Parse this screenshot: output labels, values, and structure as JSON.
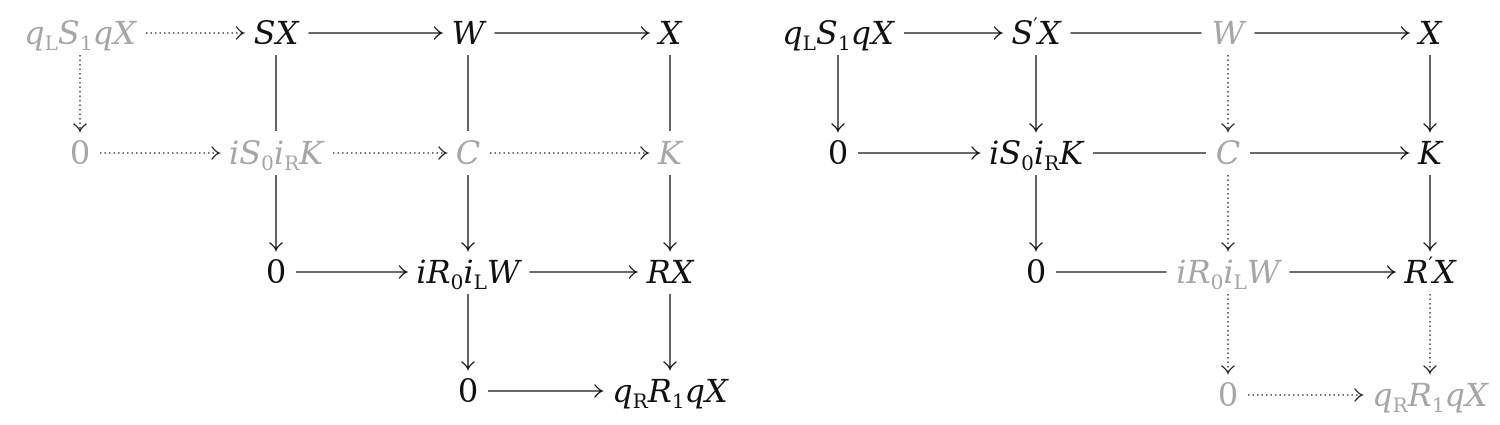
{
  "colors": {
    "black": "#111111",
    "grey": "#a6a6a6"
  },
  "diagrams": [
    {
      "id": "left",
      "nodes": [
        {
          "id": "L_qLS1qX",
          "tokens": [
            [
              "i",
              "q"
            ],
            [
              "sub",
              "L"
            ],
            [
              "i",
              "S"
            ],
            [
              "sub",
              "1"
            ],
            [
              "i",
              "q"
            ],
            [
              "i",
              "X"
            ]
          ],
          "style": "grey"
        },
        {
          "id": "L_SX",
          "tokens": [
            [
              "i",
              "S"
            ],
            [
              "i",
              "X"
            ]
          ],
          "style": "black"
        },
        {
          "id": "L_W",
          "tokens": [
            [
              "i",
              "W"
            ]
          ],
          "style": "black"
        },
        {
          "id": "L_X",
          "tokens": [
            [
              "i",
              "X"
            ]
          ],
          "style": "black"
        },
        {
          "id": "L_0a",
          "tokens": [
            [
              "r",
              "0"
            ]
          ],
          "style": "grey"
        },
        {
          "id": "L_iS0iRK",
          "tokens": [
            [
              "i",
              "i"
            ],
            [
              "i",
              "S"
            ],
            [
              "sub",
              "0"
            ],
            [
              "i",
              "i"
            ],
            [
              "sub",
              "R"
            ],
            [
              "i",
              "K"
            ]
          ],
          "style": "grey"
        },
        {
          "id": "L_C",
          "tokens": [
            [
              "i",
              "C"
            ]
          ],
          "style": "grey"
        },
        {
          "id": "L_K",
          "tokens": [
            [
              "i",
              "K"
            ]
          ],
          "style": "grey"
        },
        {
          "id": "L_0b",
          "tokens": [
            [
              "r",
              "0"
            ]
          ],
          "style": "black"
        },
        {
          "id": "L_iR0iLW",
          "tokens": [
            [
              "i",
              "i"
            ],
            [
              "i",
              "R"
            ],
            [
              "sub",
              "0"
            ],
            [
              "i",
              "i"
            ],
            [
              "sub",
              "L"
            ],
            [
              "i",
              "W"
            ]
          ],
          "style": "black"
        },
        {
          "id": "L_RX",
          "tokens": [
            [
              "i",
              "R"
            ],
            [
              "i",
              "X"
            ]
          ],
          "style": "black"
        },
        {
          "id": "L_0c",
          "tokens": [
            [
              "r",
              "0"
            ]
          ],
          "style": "black"
        },
        {
          "id": "L_qRR1qX",
          "tokens": [
            [
              "i",
              "q"
            ],
            [
              "sub",
              "R"
            ],
            [
              "i",
              "R"
            ],
            [
              "sub",
              "1"
            ],
            [
              "i",
              "q"
            ],
            [
              "i",
              "X"
            ]
          ],
          "style": "black"
        }
      ],
      "edges": [
        {
          "from": "L_qLS1qX",
          "to": "L_SX",
          "line": "dotted",
          "head": true
        },
        {
          "from": "L_SX",
          "to": "L_W",
          "line": "solid",
          "head": true
        },
        {
          "from": "L_W",
          "to": "L_X",
          "line": "solid",
          "head": true
        },
        {
          "from": "L_qLS1qX",
          "to": "L_0a",
          "line": "dotted",
          "head": true
        },
        {
          "from": "L_SX",
          "to": "L_iS0iRK",
          "line": "solid",
          "head": false
        },
        {
          "from": "L_W",
          "to": "L_C",
          "line": "solid",
          "head": false
        },
        {
          "from": "L_X",
          "to": "L_K",
          "line": "solid",
          "head": false
        },
        {
          "from": "L_0a",
          "to": "L_iS0iRK",
          "line": "dotted",
          "head": true
        },
        {
          "from": "L_iS0iRK",
          "to": "L_C",
          "line": "dotted",
          "head": true
        },
        {
          "from": "L_C",
          "to": "L_K",
          "line": "dotted",
          "head": true
        },
        {
          "from": "L_iS0iRK",
          "to": "L_0b",
          "line": "solid",
          "head": true
        },
        {
          "from": "L_C",
          "to": "L_iR0iLW",
          "line": "solid",
          "head": true
        },
        {
          "from": "L_K",
          "to": "L_RX",
          "line": "solid",
          "head": true
        },
        {
          "from": "L_0b",
          "to": "L_iR0iLW",
          "line": "solid",
          "head": true
        },
        {
          "from": "L_iR0iLW",
          "to": "L_RX",
          "line": "solid",
          "head": true
        },
        {
          "from": "L_iR0iLW",
          "to": "L_0c",
          "line": "solid",
          "head": true
        },
        {
          "from": "L_RX",
          "to": "L_qRR1qX",
          "line": "solid",
          "head": true
        },
        {
          "from": "L_0c",
          "to": "L_qRR1qX",
          "line": "solid",
          "head": true
        }
      ]
    },
    {
      "id": "right",
      "nodes": [
        {
          "id": "R_qLS1qX",
          "tokens": [
            [
              "i",
              "q"
            ],
            [
              "sub",
              "L"
            ],
            [
              "i",
              "S"
            ],
            [
              "sub",
              "1"
            ],
            [
              "i",
              "q"
            ],
            [
              "i",
              "X"
            ]
          ],
          "style": "black"
        },
        {
          "id": "R_SpX",
          "tokens": [
            [
              "i",
              "S"
            ],
            [
              "sup",
              "′"
            ],
            [
              "i",
              "X"
            ]
          ],
          "style": "black"
        },
        {
          "id": "R_W",
          "tokens": [
            [
              "i",
              "W"
            ]
          ],
          "style": "grey"
        },
        {
          "id": "R_X",
          "tokens": [
            [
              "i",
              "X"
            ]
          ],
          "style": "black"
        },
        {
          "id": "R_0a",
          "tokens": [
            [
              "r",
              "0"
            ]
          ],
          "style": "black"
        },
        {
          "id": "R_iS0iRK",
          "tokens": [
            [
              "i",
              "i"
            ],
            [
              "i",
              "S"
            ],
            [
              "sub",
              "0"
            ],
            [
              "i",
              "i"
            ],
            [
              "sub",
              "R"
            ],
            [
              "i",
              "K"
            ]
          ],
          "style": "black"
        },
        {
          "id": "R_C",
          "tokens": [
            [
              "i",
              "C"
            ]
          ],
          "style": "grey"
        },
        {
          "id": "R_K",
          "tokens": [
            [
              "i",
              "K"
            ]
          ],
          "style": "black"
        },
        {
          "id": "R_0b",
          "tokens": [
            [
              "r",
              "0"
            ]
          ],
          "style": "black"
        },
        {
          "id": "R_iR0iLW",
          "tokens": [
            [
              "i",
              "i"
            ],
            [
              "i",
              "R"
            ],
            [
              "sub",
              "0"
            ],
            [
              "i",
              "i"
            ],
            [
              "sub",
              "L"
            ],
            [
              "i",
              "W"
            ]
          ],
          "style": "grey"
        },
        {
          "id": "R_RpX",
          "tokens": [
            [
              "i",
              "R"
            ],
            [
              "sup",
              "′"
            ],
            [
              "i",
              "X"
            ]
          ],
          "style": "black"
        },
        {
          "id": "R_0c",
          "tokens": [
            [
              "r",
              "0"
            ]
          ],
          "style": "grey"
        },
        {
          "id": "R_qRR1qX",
          "tokens": [
            [
              "i",
              "q"
            ],
            [
              "sub",
              "R"
            ],
            [
              "i",
              "R"
            ],
            [
              "sub",
              "1"
            ],
            [
              "i",
              "q"
            ],
            [
              "i",
              "X"
            ]
          ],
          "style": "grey"
        }
      ],
      "edges": [
        {
          "from": "R_qLS1qX",
          "to": "R_SpX",
          "line": "solid",
          "head": true
        },
        {
          "from": "R_SpX",
          "to": "R_W",
          "line": "solid",
          "head": false
        },
        {
          "from": "R_W",
          "to": "R_X",
          "line": "solid",
          "head": true
        },
        {
          "from": "R_qLS1qX",
          "to": "R_0a",
          "line": "solid",
          "head": true
        },
        {
          "from": "R_SpX",
          "to": "R_iS0iRK",
          "line": "solid",
          "head": true
        },
        {
          "from": "R_W",
          "to": "R_C",
          "line": "dotted",
          "head": true
        },
        {
          "from": "R_X",
          "to": "R_K",
          "line": "solid",
          "head": true
        },
        {
          "from": "R_0a",
          "to": "R_iS0iRK",
          "line": "solid",
          "head": true
        },
        {
          "from": "R_iS0iRK",
          "to": "R_C",
          "line": "solid",
          "head": false
        },
        {
          "from": "R_C",
          "to": "R_K",
          "line": "solid",
          "head": true
        },
        {
          "from": "R_iS0iRK",
          "to": "R_0b",
          "line": "solid",
          "head": true
        },
        {
          "from": "R_C",
          "to": "R_iR0iLW",
          "line": "dotted",
          "head": true
        },
        {
          "from": "R_K",
          "to": "R_RpX",
          "line": "solid",
          "head": true
        },
        {
          "from": "R_0b",
          "to": "R_iR0iLW",
          "line": "solid",
          "head": false
        },
        {
          "from": "R_iR0iLW",
          "to": "R_RpX",
          "line": "solid",
          "head": true
        },
        {
          "from": "R_iR0iLW",
          "to": "R_0c",
          "line": "dotted",
          "head": true
        },
        {
          "from": "R_RpX",
          "to": "R_qRR1qX",
          "line": "dotted",
          "head": true
        },
        {
          "from": "R_0c",
          "to": "R_qRR1qX",
          "line": "dotted",
          "head": true
        }
      ]
    }
  ]
}
